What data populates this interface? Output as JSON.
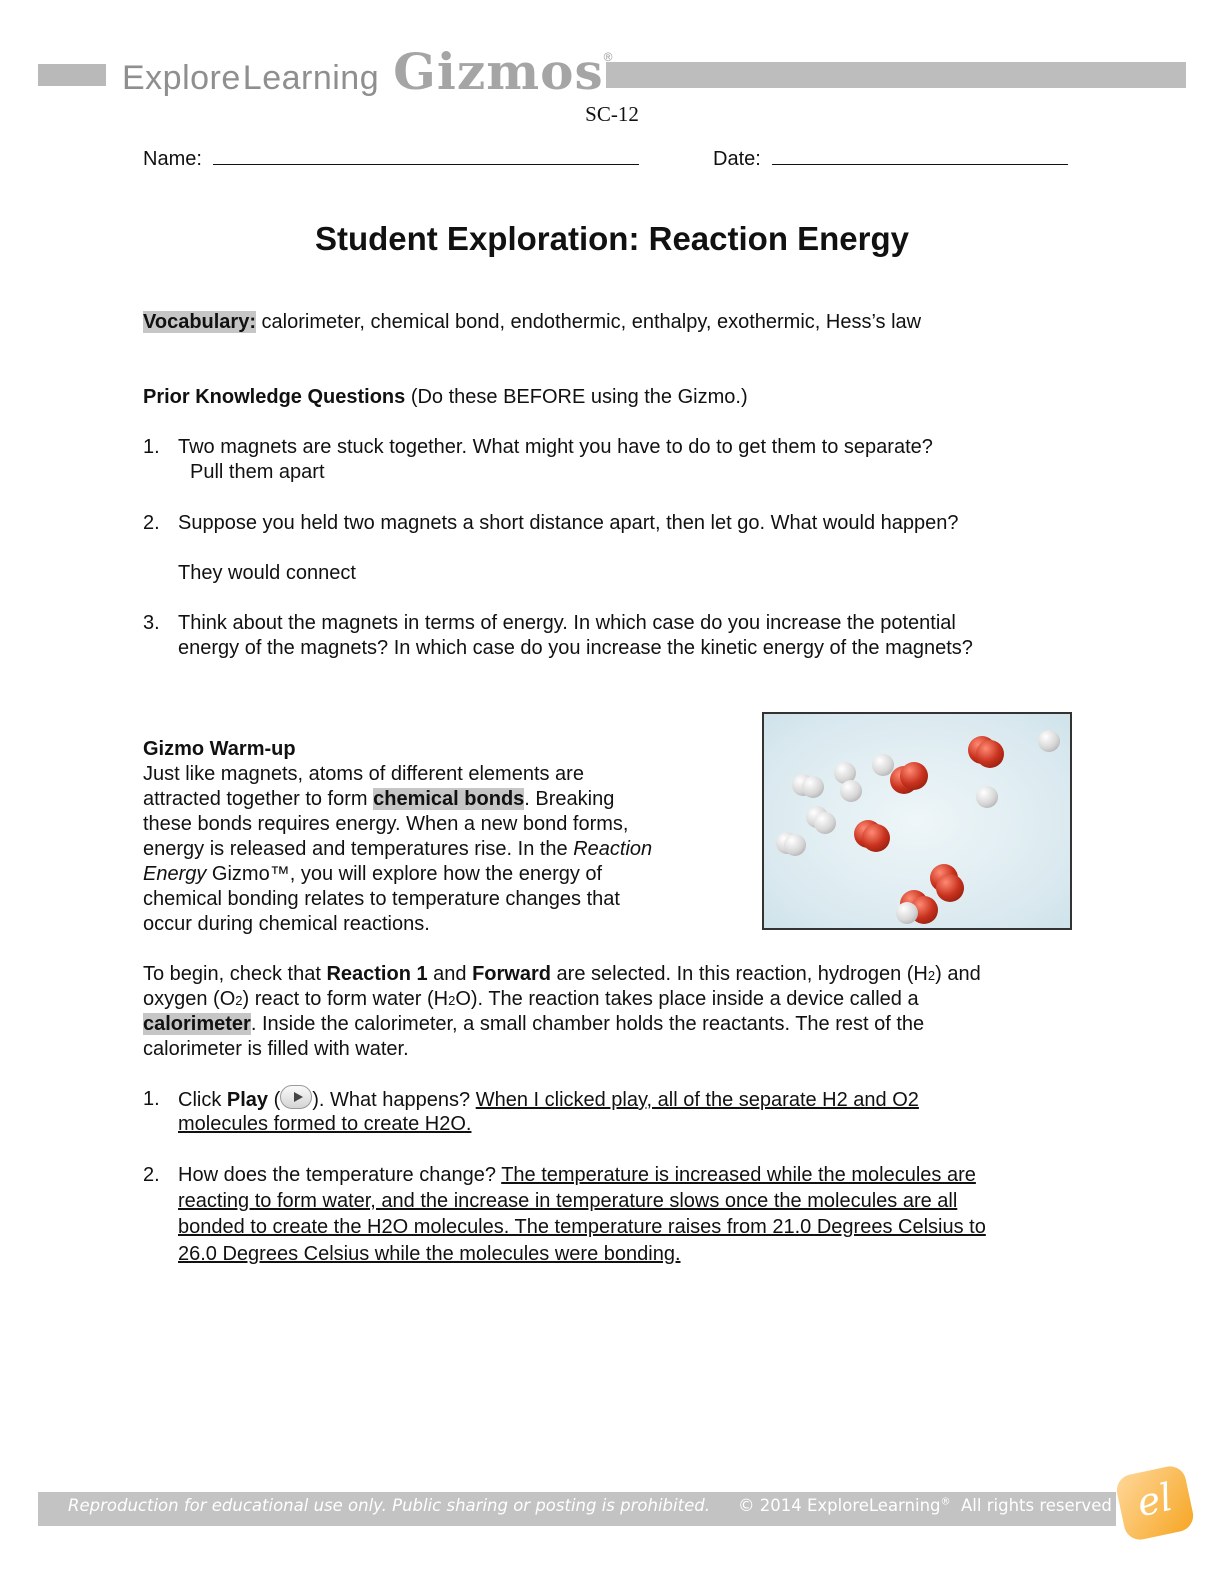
{
  "header": {
    "logo_explore": "Explore",
    "logo_learning": "Learning",
    "logo_gizmos": "Gizmos",
    "logo_reg": "®",
    "code": "SC-12"
  },
  "form": {
    "name_label": "Name:",
    "date_label": "Date:"
  },
  "title": "Student Exploration: Reaction Energy",
  "vocabulary": {
    "label": "Vocabulary:",
    "text": " calorimeter, chemical bond, endothermic, enthalpy, exothermic, Hess’s law"
  },
  "prior": {
    "heading": "Prior Knowledge Questions",
    "note": " (Do these BEFORE using the Gizmo.)",
    "q1_num": "1.",
    "q1": "Two magnets are stuck together. What might you have to do to get them to separate?",
    "a1": "Pull them apart",
    "q2_num": "2.",
    "q2": "Suppose you held two magnets a short distance apart, then let go. What would happen?",
    "a2": "They would connect",
    "q3_num": "3.",
    "q3_l1": "Think about the magnets in terms of energy. In which case do you increase the potential",
    "q3_l2": "energy of the magnets? In which case do you increase the kinetic energy of the magnets?"
  },
  "warmup": {
    "heading": "Gizmo Warm-up",
    "l1": "Just like magnets, atoms of different elements are",
    "l2_a": "attracted together to form ",
    "l2_hl": "chemical bonds",
    "l2_b": ". Breaking",
    "l3": "these bonds requires energy. When a new bond forms,",
    "l4_a": "energy is released and temperatures rise. In the ",
    "l4_i": "Reaction",
    "l5_i": "Energy",
    "l5_b": " Gizmo™, you will explore how the energy of",
    "l6": "chemical bonding relates to temperature changes that",
    "l7": "occur during chemical reactions."
  },
  "begin": {
    "l1_a": "To begin, check that ",
    "l1_b1": "Reaction 1",
    "l1_c": " and ",
    "l1_b2": "Forward",
    "l1_d": " are selected. In this reaction, hydrogen (H",
    "l1_sub": "2",
    "l1_e": ") and",
    "l2_a": "oxygen (O",
    "l2_sub1": "2",
    "l2_b": ") react to form water (H",
    "l2_sub2": "2",
    "l2_c": "O). The reaction takes place inside a device called a",
    "l3_hl": "calorimeter",
    "l3_b": ". Inside the calorimeter, a small chamber holds the reactants. The rest of the",
    "l4": "calorimeter is filled with water."
  },
  "questions": {
    "q1_num": "1.",
    "q1_a": "Click ",
    "q1_b": "Play",
    "q1_c": " (",
    "q1_d": "). What happens? ",
    "q1_ans1": "When I clicked play, all of the separate H2 and O2 ",
    "q1_ans2": "molecules formed to create H2O. ",
    "q2_num": "2.",
    "q2_a": "How does the temperature change? ",
    "q2_ans1": "The temperature is increased while the molecules are ",
    "q2_ans2": "reacting to form water, and the increase in temperature slows once the molecules are all ",
    "q2_ans3": "bonded to create the H2O molecules. The temperature raises from 21.0 Degrees Celsius to ",
    "q2_ans4": "26.0 Degrees Celsius while the molecules were bonding. "
  },
  "footer": {
    "left": "Reproduction for educational use only. Public sharing or posting is prohibited.",
    "right": "© 2014 ExploreLearning",
    "reg": "®",
    "right2": "  All rights reserved",
    "logo_letters": "el"
  }
}
